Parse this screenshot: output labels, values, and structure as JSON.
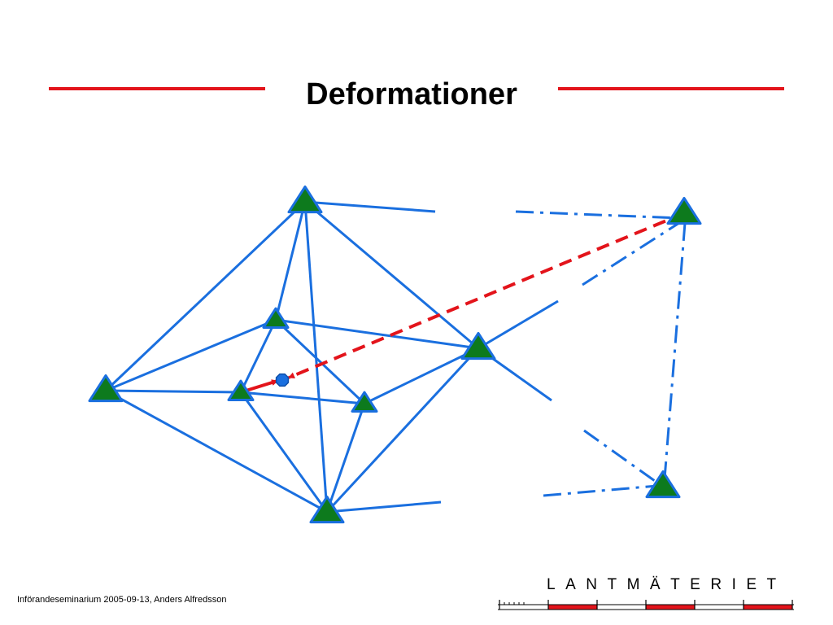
{
  "slide": {
    "title": "Deformationer",
    "footer": "Införandeseminarium 2005-09-13, Anders Alfredsson"
  },
  "logo": {
    "wordmark": "LANTMÄTERIET",
    "scale_bar_segment_colors": [
      "#ffffff",
      "#e3141b",
      "#ffffff",
      "#e3141b",
      "#ffffff",
      "#e3141b"
    ]
  },
  "colors": {
    "accent_red": "#e3141b",
    "network_line": "#1a6fdf",
    "station_fill": "#0d7a1d",
    "station_outline": "#1a6fdf",
    "displacement_arrow": "#e3141b"
  },
  "diagram": {
    "stations": [
      {
        "id": "top"
      },
      {
        "id": "far-left"
      },
      {
        "id": "inner-upper"
      },
      {
        "id": "inner-left"
      },
      {
        "id": "inner-right"
      },
      {
        "id": "mid-right"
      },
      {
        "id": "bottom"
      },
      {
        "id": "far-right-top"
      },
      {
        "id": "far-right-bottom"
      }
    ],
    "solid_connections": [
      [
        "top",
        "far-left"
      ],
      [
        "top",
        "mid-right"
      ],
      [
        "top",
        "inner-upper"
      ],
      [
        "top",
        "bottom"
      ],
      [
        "far-left",
        "inner-upper"
      ],
      [
        "far-left",
        "inner-left"
      ],
      [
        "far-left",
        "bottom"
      ],
      [
        "inner-upper",
        "inner-left"
      ],
      [
        "inner-upper",
        "mid-right"
      ],
      [
        "inner-upper",
        "inner-right"
      ],
      [
        "inner-left",
        "inner-right"
      ],
      [
        "inner-left",
        "bottom"
      ],
      [
        "inner-right",
        "mid-right"
      ],
      [
        "inner-right",
        "bottom"
      ],
      [
        "mid-right",
        "bottom"
      ]
    ],
    "dash_dot_connections": [
      [
        "far-right-top",
        "far-right-bottom"
      ]
    ],
    "dashed_sight_line": [
      "far-right-top",
      "displaced-point"
    ],
    "displacement_vector": [
      "inner-left",
      "displaced-point"
    ]
  }
}
